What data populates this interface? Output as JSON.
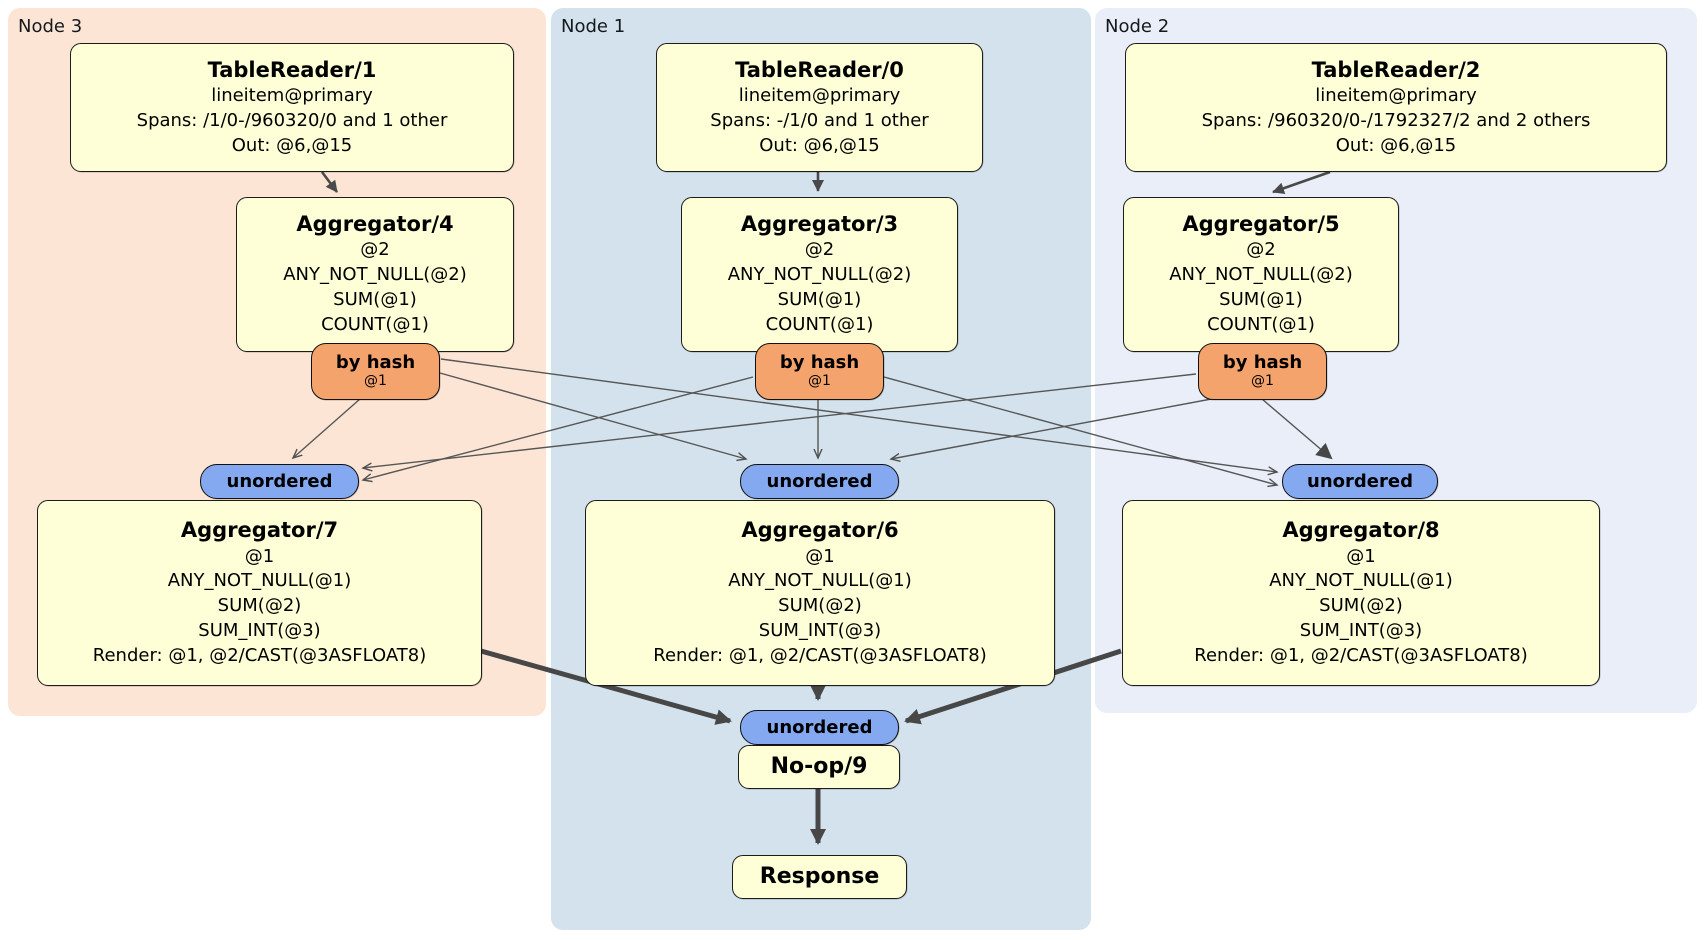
{
  "node_groups": [
    {
      "label": "Node 3"
    },
    {
      "label": "Node 1"
    },
    {
      "label": "Node 2"
    }
  ],
  "processors": {
    "tablereader1": {
      "title": "TableReader/1",
      "lines": [
        "lineitem@primary",
        "Spans: /1/0-/960320/0 and 1 other",
        "Out: @6,@15"
      ]
    },
    "tablereader0": {
      "title": "TableReader/0",
      "lines": [
        "lineitem@primary",
        "Spans: -/1/0 and 1 other",
        "Out: @6,@15"
      ]
    },
    "tablereader2": {
      "title": "TableReader/2",
      "lines": [
        "lineitem@primary",
        "Spans: /960320/0-/1792327/2 and 2 others",
        "Out: @6,@15"
      ]
    },
    "aggregator4": {
      "title": "Aggregator/4",
      "lines": [
        "@2",
        "ANY_NOT_NULL(@2)",
        "SUM(@1)",
        "COUNT(@1)"
      ]
    },
    "aggregator3": {
      "title": "Aggregator/3",
      "lines": [
        "@2",
        "ANY_NOT_NULL(@2)",
        "SUM(@1)",
        "COUNT(@1)"
      ]
    },
    "aggregator5": {
      "title": "Aggregator/5",
      "lines": [
        "@2",
        "ANY_NOT_NULL(@2)",
        "SUM(@1)",
        "COUNT(@1)"
      ]
    },
    "aggregator7": {
      "title": "Aggregator/7",
      "lines": [
        "@1",
        "ANY_NOT_NULL(@1)",
        "SUM(@2)",
        "SUM_INT(@3)",
        "Render: @1, @2/CAST(@3ASFLOAT8)"
      ]
    },
    "aggregator6": {
      "title": "Aggregator/6",
      "lines": [
        "@1",
        "ANY_NOT_NULL(@1)",
        "SUM(@2)",
        "SUM_INT(@3)",
        "Render: @1, @2/CAST(@3ASFLOAT8)"
      ]
    },
    "aggregator8": {
      "title": "Aggregator/8",
      "lines": [
        "@1",
        "ANY_NOT_NULL(@1)",
        "SUM(@2)",
        "SUM_INT(@3)",
        "Render: @1, @2/CAST(@3ASFLOAT8)"
      ]
    },
    "noop": {
      "title": "No-op/9"
    },
    "response": {
      "title": "Response"
    }
  },
  "router": {
    "label": "by hash",
    "detail": "@1"
  },
  "sync": {
    "label": "unordered"
  },
  "colors": {
    "node3_bg": "#fde5d5",
    "node1_bg": "#d3e2ec",
    "node2_bg": "#e9eef8",
    "processor_fill": "#feffd6",
    "router_fill": "#f4a36c",
    "sync_fill": "#84a9f1",
    "edge": "#4a4a4a"
  }
}
